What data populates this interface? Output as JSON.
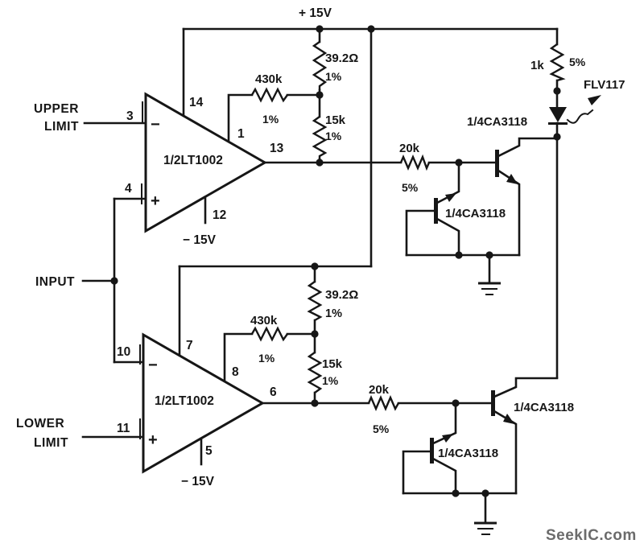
{
  "colors": {
    "ink": "#161616",
    "background": "#ffffff",
    "watermark": "#6b6b6b"
  },
  "power": {
    "rail": "+ 15V",
    "upper_negative": "− 15V",
    "lower_negative": "− 15V"
  },
  "terminals": {
    "upper_limit": [
      "UPPER",
      "LIMIT"
    ],
    "input": "INPUT",
    "lower_limit": [
      "LOWER",
      "LIMIT"
    ]
  },
  "upper_comparator": {
    "opamp_name": "1/2LT1002",
    "inverting_sign": "−",
    "noninverting_sign": "+",
    "pins": {
      "inverting": "3",
      "noninverting": "4",
      "v_plus": "14",
      "feedback": "1",
      "output": "13",
      "v_minus": "12"
    },
    "feedback_resistor": {
      "value": "430k",
      "tolerance": "1%"
    },
    "divider_top_resistor": {
      "value": "39.2Ω",
      "tolerance": "1%"
    },
    "divider_bottom_resistor": {
      "value": "15k",
      "tolerance": "1%"
    },
    "base_resistor": {
      "value": "20k",
      "tolerance": "5%"
    },
    "driver_transistor": "1/4CA3118",
    "clamp_transistor": "1/4CA3118"
  },
  "lower_comparator": {
    "opamp_name": "1/2LT1002",
    "inverting_sign": "−",
    "noninverting_sign": "+",
    "pins": {
      "inverting": "10",
      "noninverting": "11",
      "v_plus": "7",
      "feedback": "8",
      "output": "6",
      "v_minus": "5"
    },
    "feedback_resistor": {
      "value": "430k",
      "tolerance": "1%"
    },
    "divider_top_resistor": {
      "value": "39.2Ω",
      "tolerance": "1%"
    },
    "divider_bottom_resistor": {
      "value": "15k",
      "tolerance": "1%"
    },
    "base_resistor": {
      "value": "20k",
      "tolerance": "5%"
    },
    "driver_transistor": "1/4CA3118",
    "clamp_transistor": "1/4CA3118"
  },
  "indicator": {
    "series_resistor": {
      "value": "1k",
      "tolerance": "5%"
    },
    "led_part": "FLV117"
  },
  "watermark": "SeekIC.com"
}
